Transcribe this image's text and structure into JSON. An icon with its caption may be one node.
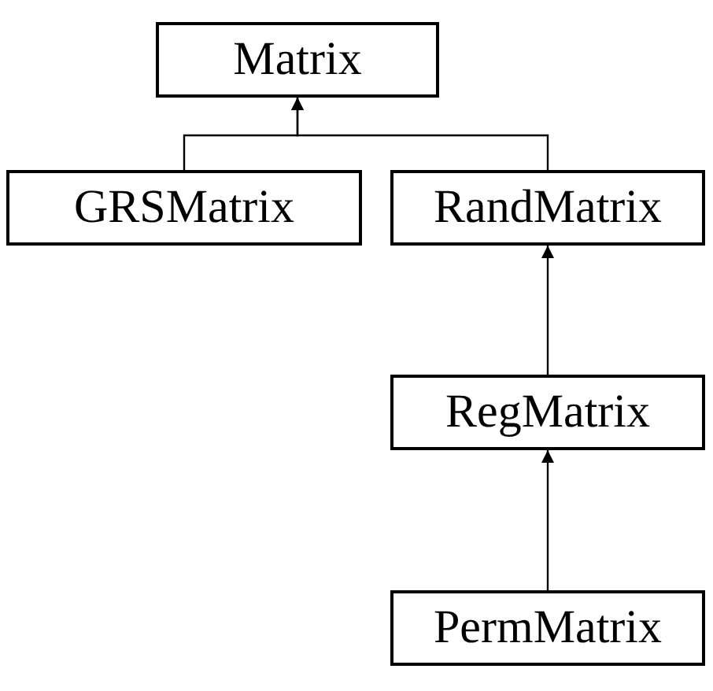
{
  "diagram": {
    "nodes": [
      {
        "text": [
          "Matrix"
        ]
      },
      {
        "text": [
          "GRSMatrix"
        ]
      },
      {
        "text": [
          "RandMatrix"
        ]
      },
      {
        "text": [
          "RegMatrix"
        ]
      },
      {
        "text": [
          "PermMatrix"
        ]
      }
    ],
    "edges": [
      {
        "from": 1,
        "to": 0,
        "arrow": "to"
      },
      {
        "from": 2,
        "to": 0,
        "arrow": "to"
      },
      {
        "from": 3,
        "to": 2,
        "arrow": "to"
      },
      {
        "from": 4,
        "to": 3,
        "arrow": "to"
      }
    ]
  }
}
